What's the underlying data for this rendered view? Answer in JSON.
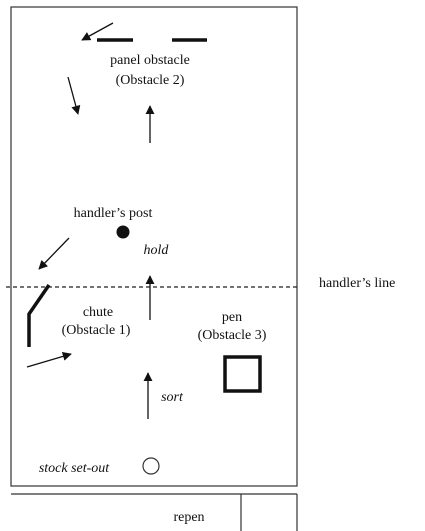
{
  "labels": {
    "panel_obstacle": "panel obstacle",
    "panel_obstacle_num": "(Obstacle 2)",
    "handlers_post": "handler’s post",
    "hold": "hold",
    "handlers_line": "handler’s line",
    "chute": "chute",
    "chute_num": "(Obstacle 1)",
    "pen": "pen",
    "pen_num": "(Obstacle 3)",
    "sort": "sort",
    "stock_set_out": "stock set-out",
    "repen": "repen"
  },
  "colors": {
    "ink": "#111111",
    "background": "#ffffff"
  }
}
